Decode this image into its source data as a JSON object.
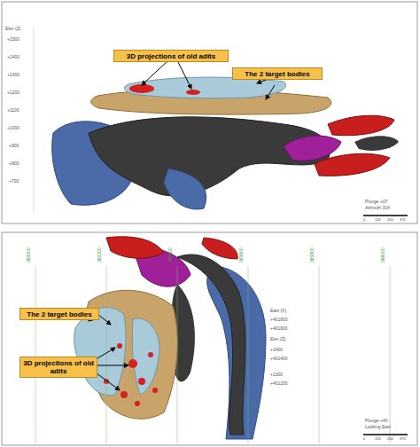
{
  "diagram": {
    "nodes": [
      {
        "text": [
          "3D projections of old adits"
        ]
      },
      {
        "text": [
          "The 2 target bodies"
        ]
      },
      {
        "text": [
          "The 2 target bodies"
        ]
      },
      {
        "text": [
          "3D projections of old adits"
        ]
      }
    ],
    "labels": [
      "Elev (Z)",
      "+1500",
      "+1400",
      "+1300",
      "+1200",
      "+1100",
      "+1000",
      "+900",
      "+800",
      "+700",
      "Plunge +07",
      "Azimuth 314",
      "0",
      "125",
      "250",
      "375",
      "365000",
      "365200",
      "365400",
      "365600",
      "365800",
      "366000",
      "East (X)",
      "+401800",
      "+401600",
      "Elev (Z)",
      "+1400",
      "+401400",
      "+1300",
      "+401200",
      "Plunge +40",
      "Looking East",
      "0",
      "125",
      "250",
      "375"
    ]
  }
}
